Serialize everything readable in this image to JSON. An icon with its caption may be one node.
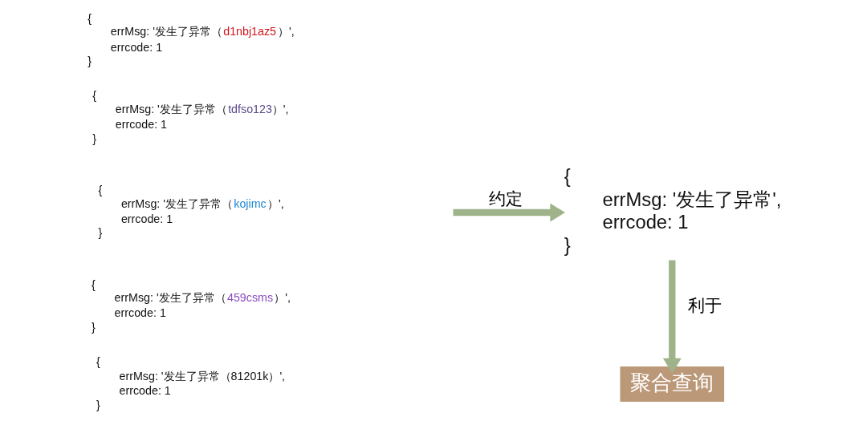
{
  "diagram": {
    "nodes": [
      {
        "text": [
          "{",
          "errMsg: '发生了异常（d1nbj1az5）',",
          "errcode: 1",
          "}"
        ]
      },
      {
        "text": [
          "{",
          "errMsg: '发生了异常（tdfso123）',",
          "errcode: 1",
          "}"
        ]
      },
      {
        "text": [
          "{",
          "errMsg: '发生了异常（kojimc）',",
          "errcode: 1",
          "}"
        ]
      },
      {
        "text": [
          "{",
          "errMsg: '发生了异常（459csms）',",
          "errcode: 1",
          "}"
        ]
      },
      {
        "text": [
          "{",
          "errMsg: '发生了异常（81201k）',",
          "errcode: 1",
          "}"
        ]
      },
      {
        "text": [
          "{",
          "errMsg: '发生了异常',",
          "errcode: 1",
          "}"
        ]
      },
      {
        "text": [
          "聚合查询"
        ]
      }
    ],
    "edges": [
      {
        "from": null,
        "to": 5,
        "arrow": "to",
        "label": "约定"
      },
      {
        "from": 5,
        "to": 6,
        "arrow": "to",
        "label": "利于"
      }
    ]
  }
}
